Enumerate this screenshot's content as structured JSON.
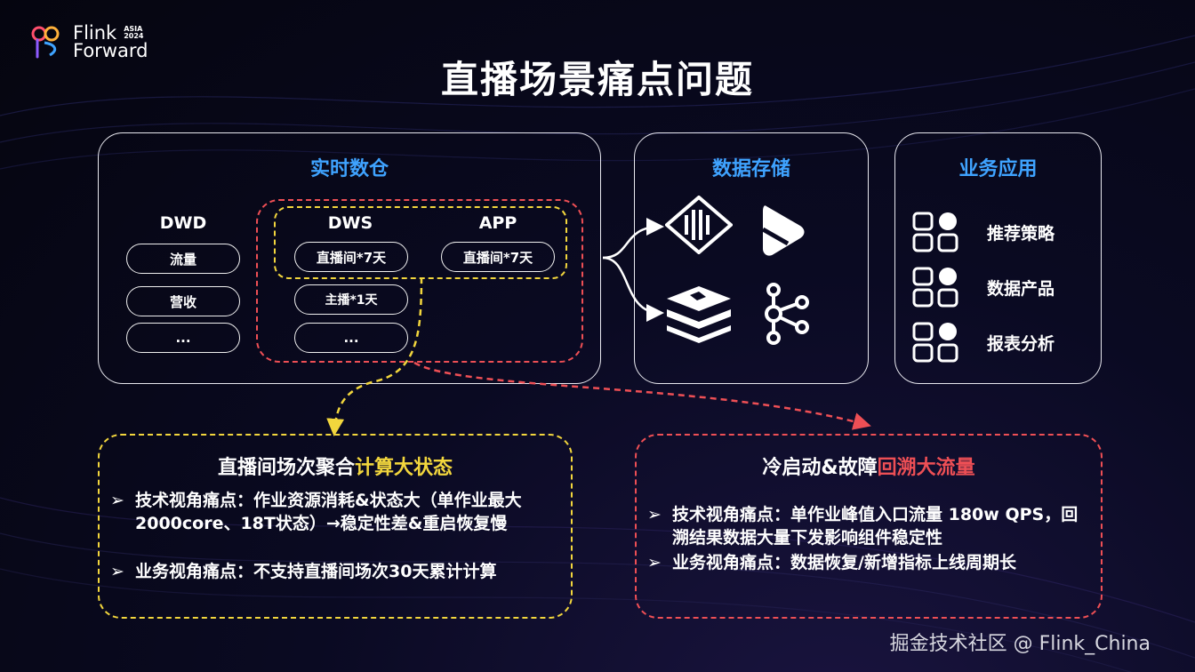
{
  "logo": {
    "line1": "Flink",
    "line2": "Forward",
    "badge_top": "ASIA",
    "badge_bottom": "2024"
  },
  "title": "直播场景痛点问题",
  "realtime_dw": {
    "title": "实时数仓",
    "dwd": {
      "label": "DWD",
      "items": [
        "流量",
        "营收",
        "..."
      ]
    },
    "dws": {
      "label": "DWS",
      "items": [
        "直播间*7天",
        "主播*1天",
        "..."
      ]
    },
    "app": {
      "label": "APP",
      "items": [
        "直播间*7天"
      ]
    }
  },
  "storage": {
    "title": "数据存储",
    "icons": [
      "clickhouse-like-icon",
      "play-logo-icon",
      "redis-icon",
      "kafka-icon"
    ]
  },
  "business": {
    "title": "业务应用",
    "items": [
      "推荐策略",
      "数据产品",
      "报表分析"
    ]
  },
  "left_box": {
    "title_plain": "直播间场次聚合",
    "title_highlight": "计算大状态",
    "bullets": [
      "技术视角痛点：作业资源消耗&状态大（单作业最大2000core、18T状态）→稳定性差&重启恢复慢",
      "业务视角痛点：不支持直播间场次30天累计计算"
    ]
  },
  "right_box": {
    "title_plain": "冷启动&故障",
    "title_highlight": "回溯大流量",
    "bullets": [
      "技术视角痛点：单作业峰值入口流量 180w QPS，回溯结果数据大量下发影响组件稳定性",
      "业务视角痛点：数据恢复/新增指标上线周期长"
    ]
  },
  "bullet_marker": "➢",
  "watermark": "掘金技术社区 @ Flink_China",
  "colors": {
    "accent_blue": "#3fa3ff",
    "dash_red": "#ee4f55",
    "dash_yellow": "#f2d63d"
  }
}
